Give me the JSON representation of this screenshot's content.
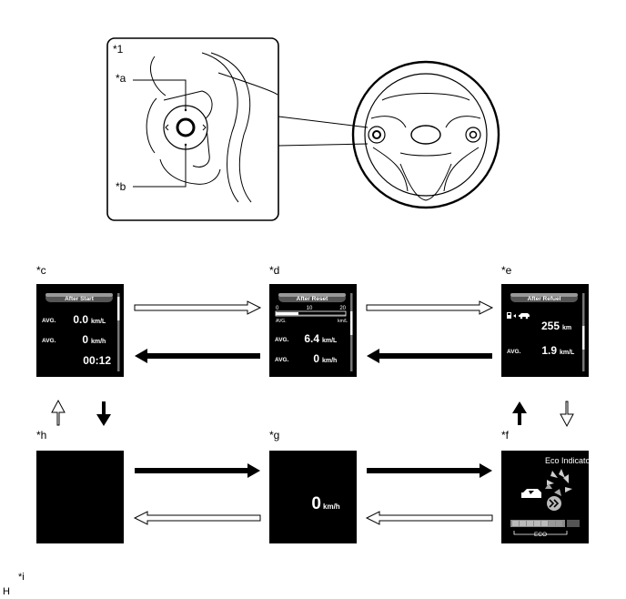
{
  "labels": {
    "callout_1": "*1",
    "callout_a": "*a",
    "callout_b": "*b",
    "callout_c": "*c",
    "callout_d": "*d",
    "callout_e": "*e",
    "callout_f": "*f",
    "callout_g": "*g",
    "callout_h": "*h",
    "callout_i": "*i",
    "footer_code": "H"
  },
  "screens": {
    "after_start": {
      "title": "After Start",
      "row1_label": "AVG.",
      "row1_value": "0.0",
      "row1_unit": "km/L",
      "row2_label": "AVG.",
      "row2_value": "0",
      "row2_unit": "km/h",
      "time": "00:12"
    },
    "after_reset": {
      "title": "After Reset",
      "scale_min": "0",
      "scale_mid": "10",
      "scale_max": "20",
      "scale_left_label": "AVG.",
      "scale_unit": "km/L",
      "row1_label": "AVG.",
      "row1_value": "6.4",
      "row1_unit": "km/L",
      "row2_label": "AVG.",
      "row2_value": "0",
      "row2_unit": "km/h"
    },
    "after_refuel": {
      "title": "After Refuel",
      "range_value": "255",
      "range_unit": "km",
      "row_label": "AVG.",
      "row_value": "1.9",
      "row_unit": "km/L"
    },
    "speed": {
      "value": "0",
      "unit": "km/h"
    },
    "eco": {
      "title": "Eco Indicator",
      "bar_label": "ECO"
    }
  },
  "colors": {
    "screen_bg": "#000000",
    "text": "#ffffff",
    "line": "#000000"
  }
}
